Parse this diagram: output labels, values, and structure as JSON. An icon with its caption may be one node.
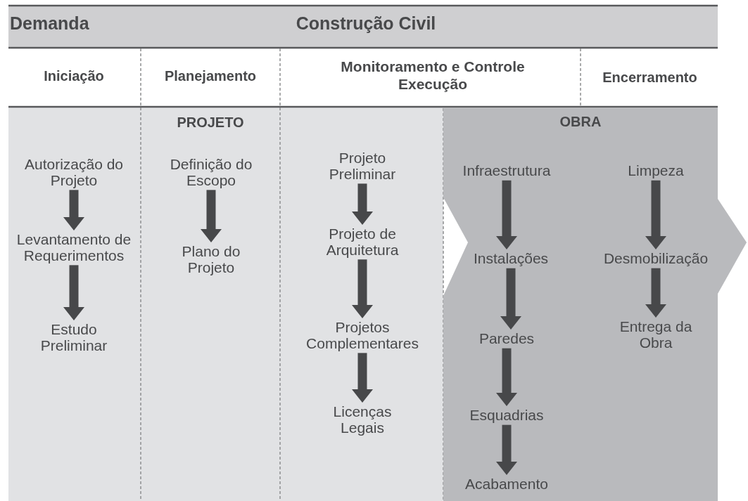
{
  "diagram": {
    "nodes": [
      {
        "text": [
          "Autorização do Projeto"
        ]
      },
      {
        "text": [
          "Levantamento de Requerimentos"
        ]
      },
      {
        "text": [
          "Estudo Preliminar"
        ]
      },
      {
        "text": [
          "Definição do Escopo"
        ]
      },
      {
        "text": [
          "Plano do Projeto"
        ]
      },
      {
        "text": [
          "Projeto Preliminar"
        ]
      },
      {
        "text": [
          "Projeto de Arquitetura"
        ]
      },
      {
        "text": [
          "Projetos Complementares"
        ]
      },
      {
        "text": [
          "Licenças Legais"
        ]
      },
      {
        "text": [
          "OBRA"
        ]
      },
      {
        "text": [
          "Infraestrutura"
        ],
        "in": 9
      },
      {
        "text": [
          "Instalações"
        ],
        "in": 9
      },
      {
        "text": [
          "Paredes"
        ],
        "in": 9
      },
      {
        "text": [
          "Esquadrias"
        ],
        "in": 9
      },
      {
        "text": [
          "Acabamento"
        ],
        "in": 9
      },
      {
        "text": [
          "Limpeza"
        ],
        "in": 9
      },
      {
        "text": [
          "Desmobilização"
        ],
        "in": 9
      },
      {
        "text": [
          "Entrega da Obra"
        ],
        "in": 9
      }
    ],
    "edges": [
      {
        "from": 0,
        "to": 1,
        "arrow": "to"
      },
      {
        "from": 1,
        "to": 2,
        "arrow": "to"
      },
      {
        "from": 3,
        "to": 4,
        "arrow": "to"
      },
      {
        "from": 5,
        "to": 6,
        "arrow": "to"
      },
      {
        "from": 6,
        "to": 7,
        "arrow": "to"
      },
      {
        "from": 7,
        "to": 8,
        "arrow": "to"
      },
      {
        "from": 10,
        "to": 11,
        "arrow": "to"
      },
      {
        "from": 11,
        "to": 12,
        "arrow": "to"
      },
      {
        "from": 12,
        "to": 13,
        "arrow": "to"
      },
      {
        "from": 13,
        "to": 14,
        "arrow": "to"
      },
      {
        "from": 15,
        "to": 16,
        "arrow": "to"
      },
      {
        "from": 16,
        "to": 17,
        "arrow": "to"
      }
    ],
    "labels": [
      "Demanda",
      "Construção Civil",
      "Iniciação",
      "Planejamento",
      "Monitoramento e Controle Execução",
      "Encerramento",
      "PROJETO"
    ]
  }
}
